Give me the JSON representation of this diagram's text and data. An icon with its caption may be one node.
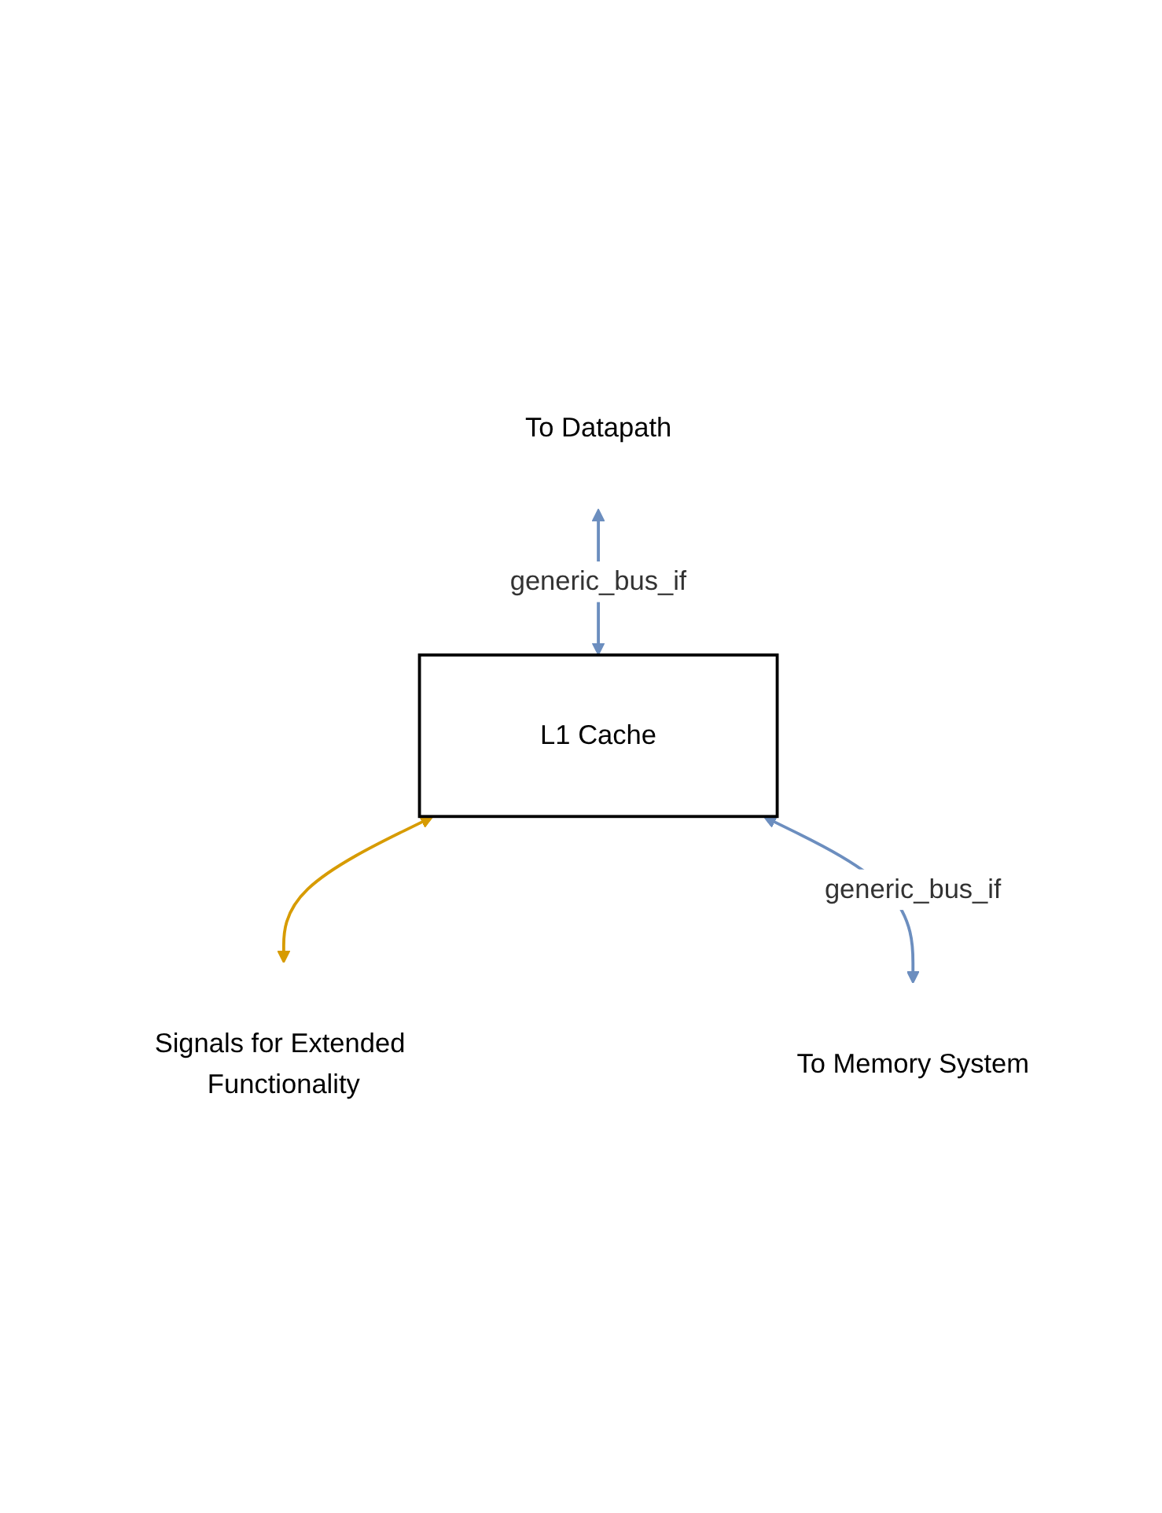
{
  "diagram": {
    "nodes": [
      {
        "text": [
          "To Datapath"
        ]
      },
      {
        "text": [
          "L1 Cache"
        ]
      },
      {
        "text": [
          "Signals for Extended Functionality"
        ]
      },
      {
        "text": [
          "To Memory System"
        ]
      }
    ],
    "edges": [
      {
        "from": 0,
        "to": 1,
        "arrow": "both",
        "label": "generic_bus_if"
      },
      {
        "from": 1,
        "to": 2,
        "arrow": "both",
        "color": "#d79b00"
      },
      {
        "from": 1,
        "to": 3,
        "arrow": "both",
        "label": "generic_bus_if"
      }
    ]
  }
}
